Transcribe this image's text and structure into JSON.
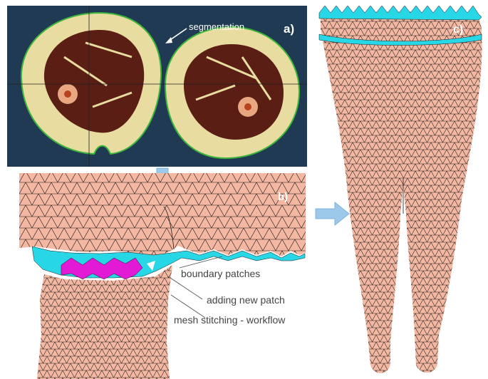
{
  "panels": {
    "a": {
      "tag": "a)",
      "annotation": "segmentation"
    },
    "b": {
      "tag": "b)",
      "annotations": [
        "boundary patches",
        "adding new patch",
        "mesh stitching - workflow"
      ]
    },
    "c": {
      "tag": "c)"
    }
  },
  "colors": {
    "skin_mesh": "#f4b8a2",
    "mesh_lines": "#1a1a1a",
    "boundary_patch": "#27d7e6",
    "new_patch": "#e21ad6",
    "arrow": "#9cc8ea",
    "photo_bg": "#1f3a52",
    "fat": "#e8dca0",
    "muscle": "#5a1e14",
    "segmentation_line": "#3cb43c"
  }
}
